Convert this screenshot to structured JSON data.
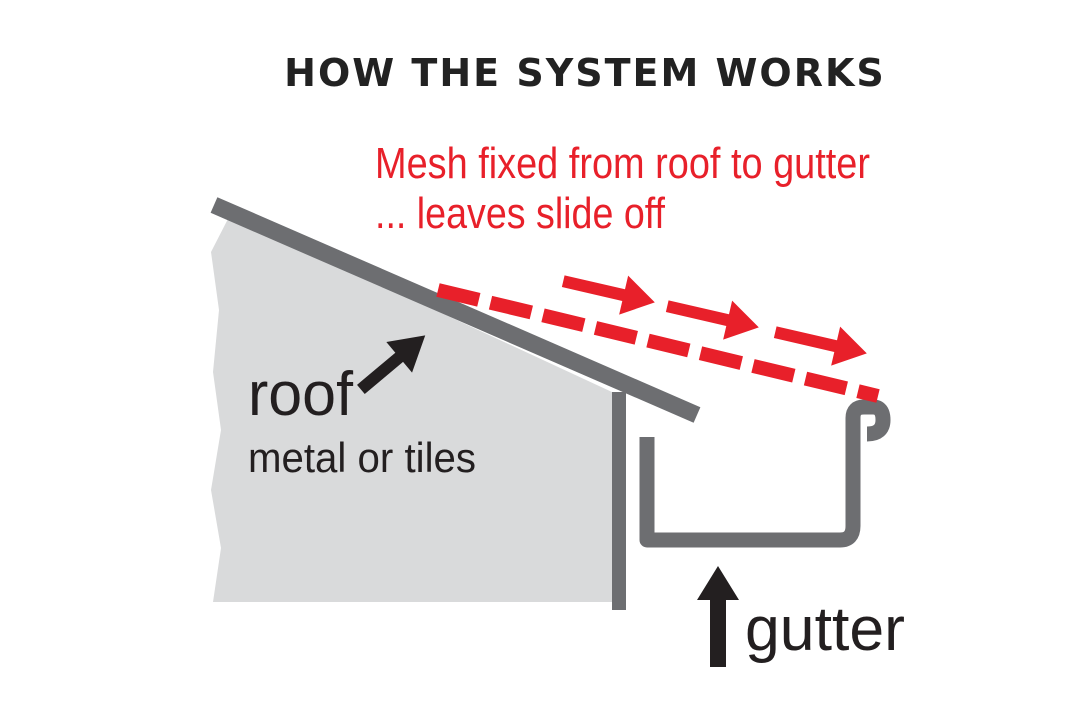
{
  "title": "HOW THE SYSTEM WORKS",
  "mesh_caption": {
    "line1": "Mesh fixed from roof to gutter",
    "line2": "... leaves slide off"
  },
  "roof_label": {
    "main": "roof",
    "sub": "metal or tiles"
  },
  "gutter_label": "gutter",
  "colors": {
    "title": "#222222",
    "accent_red": "#e8202a",
    "roof_fill": "#d9dadb",
    "structure_gray": "#6d6e71",
    "label_dark": "#231f20"
  }
}
